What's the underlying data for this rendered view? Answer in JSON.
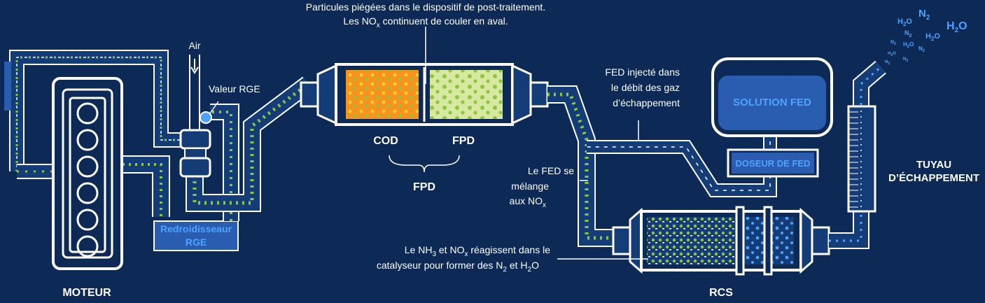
{
  "caption": {
    "top_line1": "Particules piégées dans le dispositif de post-traitement.",
    "top_line2_pre": "Les NO",
    "top_line2_sub": "x",
    "top_line2_post": " continuent de couler en aval."
  },
  "labels": {
    "air": "Air",
    "valve": "Valeur RGE",
    "cooler_line1": "Redroidisseaur",
    "cooler_line2": "RGE",
    "engine": "MOTEUR",
    "cod": "COD",
    "fpd": "FPD",
    "fpd_group": "FPD",
    "fed_injected_line1": "FED injecté dans",
    "fed_injected_line2": "le débit des gaz",
    "fed_injected_line3": "d’échappement",
    "fed_solution": "SOLUTION FED",
    "fed_doser": "DOSEUR DE FED",
    "fed_mix_line1": "Le FED se",
    "fed_mix_line2": "mélange",
    "fed_mix_line3_pre": "aux NO",
    "fed_mix_line3_sub": "x",
    "react_line1_a": "Le NH",
    "react_line1_sub1": "3",
    "react_line1_b": " et NO",
    "react_line1_sub2": "x",
    "react_line1_c": " réagissent dans le",
    "react_line2_a": "catalyseur pour former des N",
    "react_line2_sub1": "2",
    "react_line2_b": " et H",
    "react_line2_sub2": "2",
    "react_line2_c": "O",
    "scr": "RCS",
    "exhaust_line1": "TUYAU",
    "exhaust_line2": "D’ÉCHAPPEMENT",
    "emission_n2": "N",
    "emission_n2_sub": "2",
    "emission_h2o_a": "H",
    "emission_h2o_sub": "2",
    "emission_h2o_b": "O"
  },
  "colors": {
    "background": "#0c2a55",
    "pipe": "#143d78",
    "outline": "#ffffff",
    "particle_green": "#8dc63f",
    "cod_fill": "#f7941d",
    "fpd_fill": "#d7e8a0",
    "fed_blue": "#2a5db0",
    "emission_blue": "#4da3ff"
  }
}
